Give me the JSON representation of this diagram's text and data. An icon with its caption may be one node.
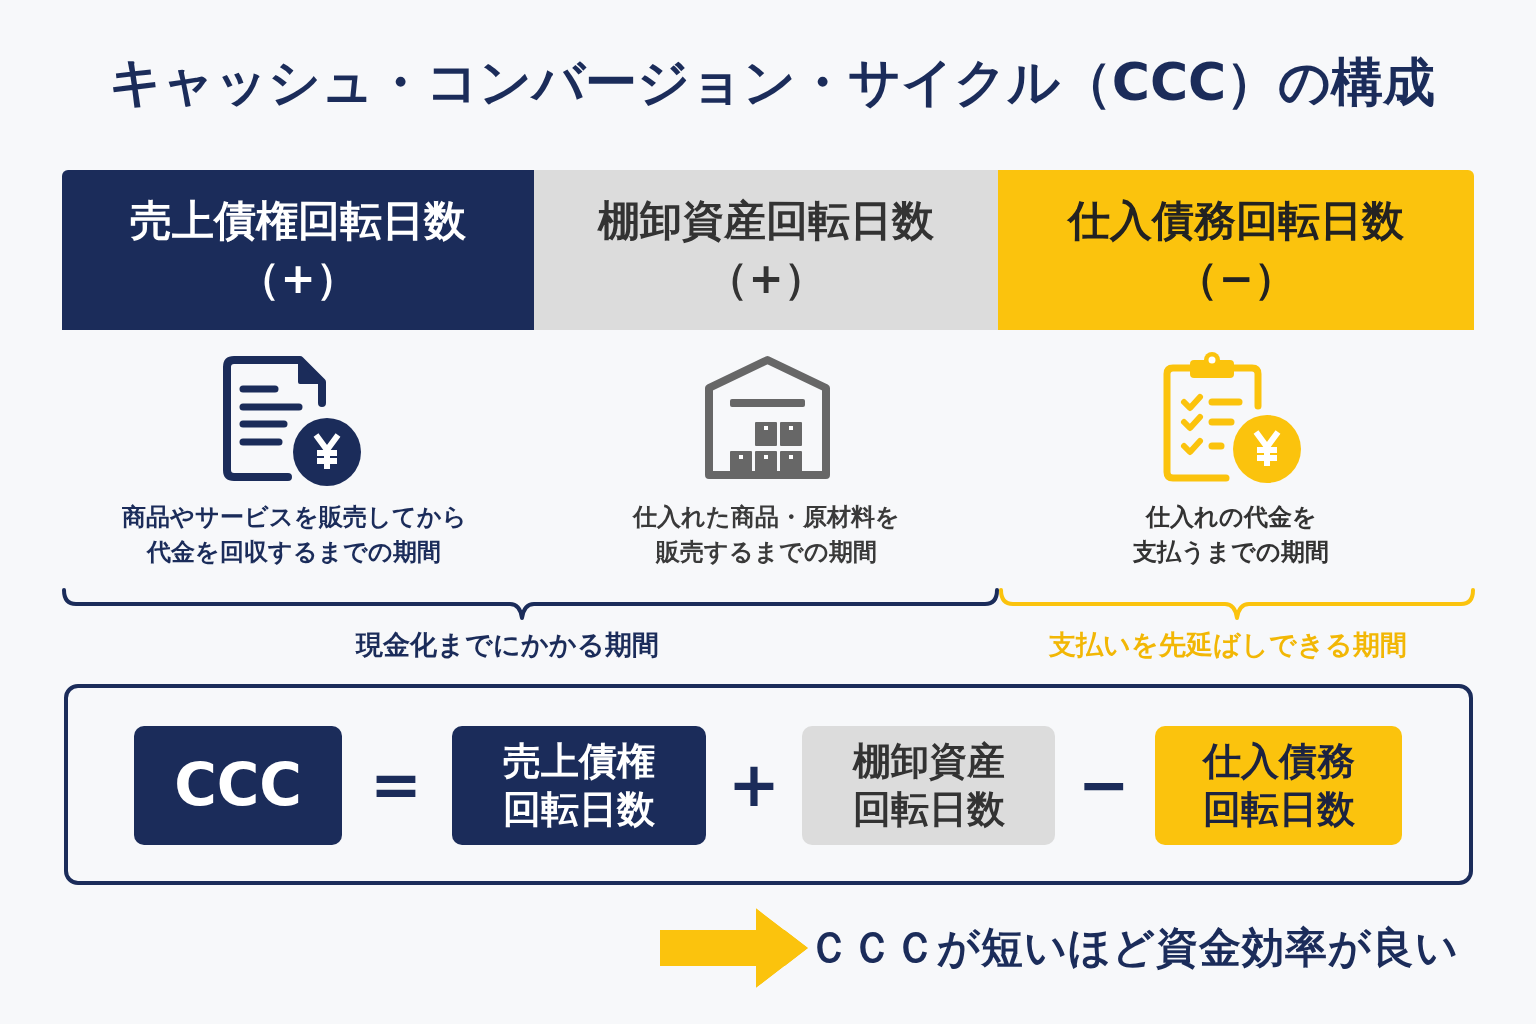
{
  "diagram": {
    "title": "キャッシュ・コンバージョン・サイクル（CCC）の構成",
    "nodes": [
      {
        "text": [
          "売上債権回転日数",
          "（+）"
        ]
      },
      {
        "text": [
          "棚卸資産回転日数",
          "（+）"
        ]
      },
      {
        "text": [
          "仕入債務回転日数",
          "（−）"
        ]
      },
      {
        "text": [
          "=",
          "+",
          "−"
        ]
      },
      {
        "text": [
          "CCC"
        ],
        "in": 3
      },
      {
        "text": [
          "売上債権回転日数"
        ],
        "in": 3
      },
      {
        "text": [
          "棚卸資産回転日数"
        ],
        "in": 3
      },
      {
        "text": [
          "仕入債務回転日数"
        ],
        "in": 3
      },
      {
        "text": [
          "ＣＣＣが短いほど資金効率が良い"
        ]
      }
    ],
    "edges": [
      {
        "from": null,
        "to": 8,
        "arrow": "to"
      }
    ],
    "labels": [
      "商品やサービスを販売してから代金を回収するまでの期間",
      "仕入れた商品・原材料を販売するまでの期間",
      "仕入れの代金を支払うまでの期間",
      "現金化までにかかる期間",
      "支払いを先延ばしできる期間"
    ]
  }
}
